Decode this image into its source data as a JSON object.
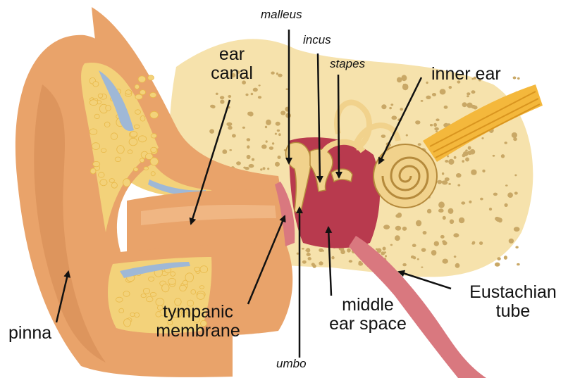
{
  "diagram": {
    "labels": {
      "ear_canal": "ear canal",
      "malleus": "malleus",
      "incus": "incus",
      "stapes": "stapes",
      "inner_ear": "inner ear",
      "pinna": "pinna",
      "tympanic_membrane": "tympanic membrane",
      "umbo": "umbo",
      "middle_ear_space": "middle ear space",
      "eustachian_tube": "Eustachian tube"
    },
    "colors": {
      "skin": "#e9a36a",
      "skin_dark": "#c97a45",
      "fat": "#f3d27a",
      "fat_cell": "#e8b94a",
      "bone": "#f6e2ac",
      "bone_pore": "#c9a866",
      "cartilage_blue": "#9fb8d6",
      "cavity": "#b83a4e",
      "tube_pink": "#d9787f",
      "nerve": "#f4b83c",
      "ossicle": "#f1d28c"
    }
  }
}
